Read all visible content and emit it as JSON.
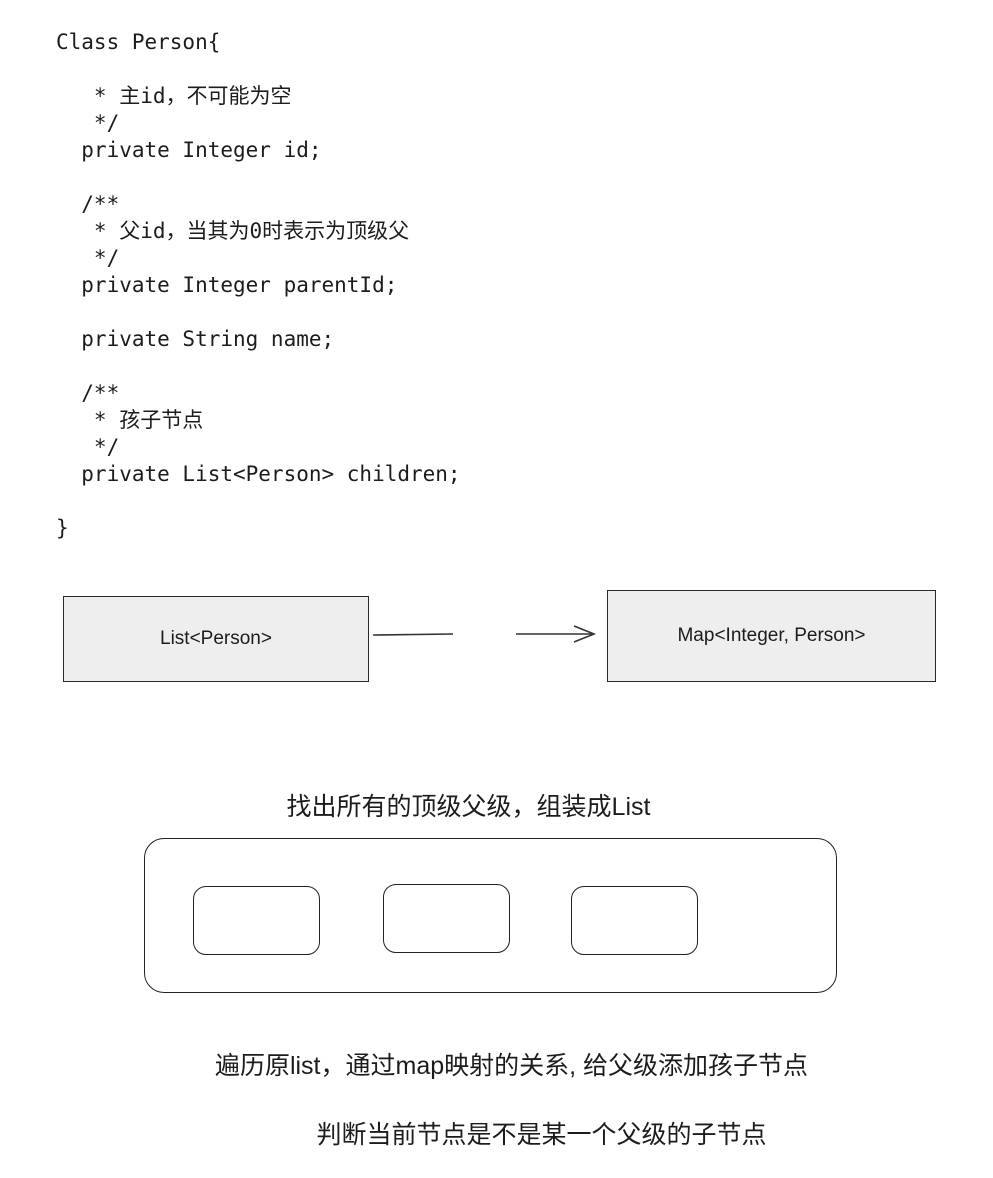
{
  "code": {
    "lines": [
      "Class Person{",
      "",
      "   * 主id，不可能为空",
      "   */",
      "  private Integer id;",
      "",
      "  /**",
      "   * 父id，当其为0时表示为顶级父",
      "   */",
      "  private Integer parentId;",
      "",
      "  private String name;",
      "",
      "  /**",
      "   * 孩子节点",
      "   */",
      "  private List<Person> children;",
      "",
      "}"
    ]
  },
  "diagram": {
    "left_box_label": "List<Person>",
    "right_box_label": "Map<Integer, Person>",
    "step1": "找出所有的顶级父级，组装成List",
    "step2": "遍历原list，通过map映射的关系, 给父级添加孩子节点",
    "step3": "判断当前节点是不是某一个父级的子节点"
  }
}
